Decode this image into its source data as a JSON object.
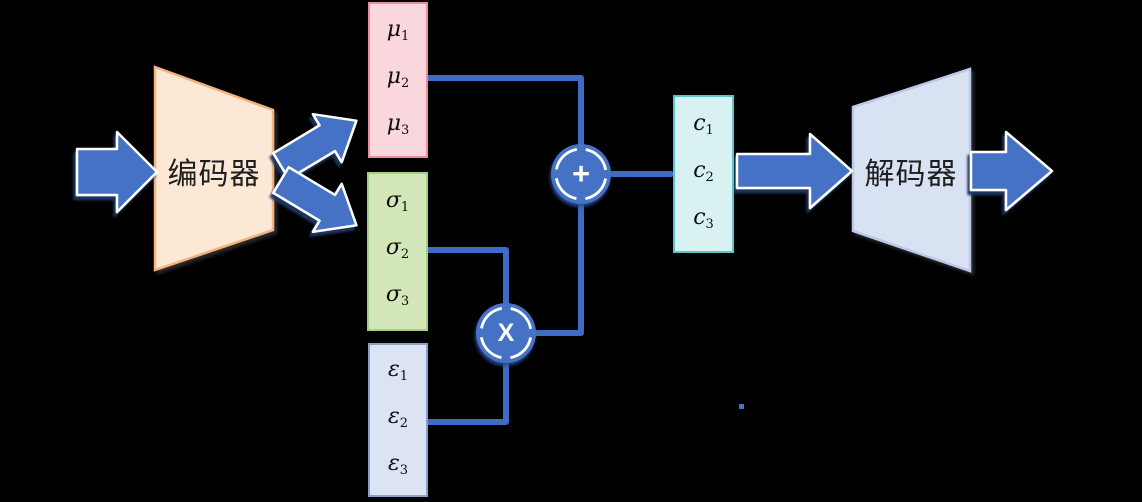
{
  "encoder": {
    "label": "编码器"
  },
  "decoder": {
    "label": "解码器"
  },
  "mu_box": {
    "items": [
      {
        "base": "μ",
        "sub": "1"
      },
      {
        "base": "μ",
        "sub": "2"
      },
      {
        "base": "μ",
        "sub": "3"
      }
    ]
  },
  "sigma_box": {
    "items": [
      {
        "base": "σ",
        "sub": "1"
      },
      {
        "base": "σ",
        "sub": "2"
      },
      {
        "base": "σ",
        "sub": "3"
      }
    ]
  },
  "epsilon_box": {
    "items": [
      {
        "base": "ε",
        "sub": "1"
      },
      {
        "base": "ε",
        "sub": "2"
      },
      {
        "base": "ε",
        "sub": "3"
      }
    ]
  },
  "c_box": {
    "items": [
      {
        "base": "c",
        "sub": "1"
      },
      {
        "base": "c",
        "sub": "2"
      },
      {
        "base": "c",
        "sub": "3"
      }
    ]
  },
  "operators": {
    "plus": "+",
    "times": "X"
  },
  "colors": {
    "bg": "#000000",
    "accent": "#4472C4",
    "arrow_shadow": "#1F3864",
    "line": "#3E6CC4",
    "enc_fill": "#FCE8D5",
    "enc_border": "#F2B47E",
    "dec_fill": "#D9E2F3",
    "dec_border": "#BCC8E8",
    "mu_fill": "#F9D7DC",
    "mu_border": "#EC8C9C",
    "sigma_fill": "#D4E7B8",
    "sigma_border": "#A4CE84",
    "eps_fill": "#DCE3F2",
    "eps_border": "#8C9FC6",
    "c_fill": "#D8F2F1",
    "c_border": "#59C7C9",
    "label_text": "#1F1F1F",
    "math_text": "#0D0D14",
    "symbol_text": "#FFFFFF"
  }
}
